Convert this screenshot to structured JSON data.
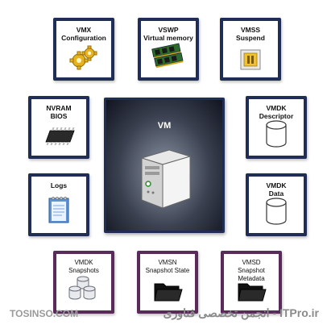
{
  "tiles": {
    "vmx": {
      "line1": "VMX",
      "line2": "Configuration",
      "icon": "gears-icon"
    },
    "vswp": {
      "line1": "VSWP",
      "line2": "Virtual memory",
      "icon": "memory-chips-icon"
    },
    "vmss": {
      "line1": "VMSS",
      "line2": "Suspend",
      "icon": "pause-icon"
    },
    "nvram": {
      "line1": "NVRAM",
      "line2": "BIOS",
      "icon": "chip-icon"
    },
    "vmdk_descriptor": {
      "line1": "VMDK",
      "line2": "Descriptor",
      "icon": "database-icon"
    },
    "logs": {
      "line1": "Logs",
      "icon": "notepad-icon"
    },
    "vmdk_data": {
      "line1": "VMDK",
      "line2": "Data",
      "icon": "database-icon"
    },
    "vmdk_snapshots": {
      "line1": "VMDK",
      "line2": "Snapshots",
      "icon": "database-stack-icon"
    },
    "vmsn": {
      "line1": "VMSN",
      "line2": "Snapshot State",
      "icon": "folder-icon"
    },
    "vmsd": {
      "line1": "VMSD",
      "line2": "Snapshot Metadata",
      "icon": "folder-icon"
    }
  },
  "center": {
    "title": "VM",
    "icon": "server-icon"
  },
  "watermark": {
    "left": "TOSINSO.COM",
    "right": "ITPro.ir - انجمن تخصصی فناوری"
  },
  "colors": {
    "navy_border": "#1f2d57",
    "purple_border": "#5a2b5a"
  }
}
